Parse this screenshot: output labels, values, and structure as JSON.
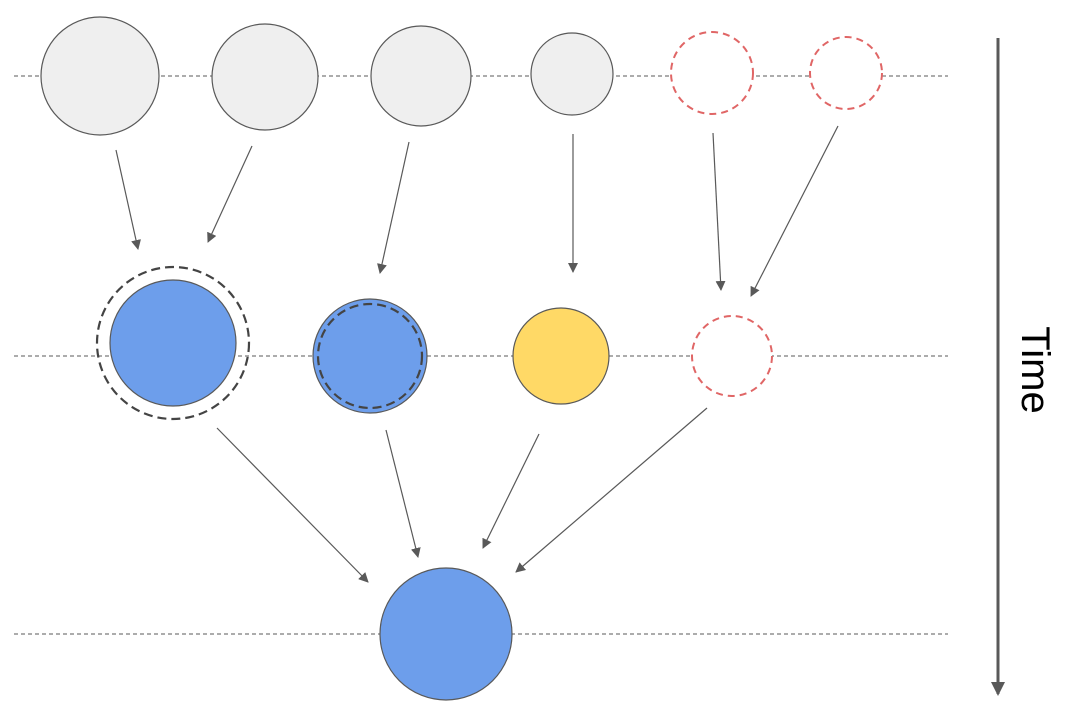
{
  "time_axis": {
    "label": "Time"
  },
  "colors": {
    "inactive_fill": "#efefef",
    "inactive_stroke": "#595959",
    "active_fill": "#6d9eeb",
    "pending_fill": "#ffd966",
    "missing_stroke": "#e06666",
    "arrow": "#595959",
    "guide_line": "#595959"
  },
  "levels": [
    {
      "name": "top",
      "nodes": [
        {
          "id": "t1",
          "state": "inactive"
        },
        {
          "id": "t2",
          "state": "inactive"
        },
        {
          "id": "t3",
          "state": "inactive"
        },
        {
          "id": "t4",
          "state": "inactive"
        },
        {
          "id": "t5",
          "state": "missing"
        },
        {
          "id": "t6",
          "state": "missing"
        }
      ]
    },
    {
      "name": "middle",
      "nodes": [
        {
          "id": "m1",
          "state": "active",
          "outer_ring": "dashed-gray"
        },
        {
          "id": "m2",
          "state": "active",
          "inner_ring": "dashed-gray"
        },
        {
          "id": "m3",
          "state": "pending"
        },
        {
          "id": "m4",
          "state": "missing"
        }
      ]
    },
    {
      "name": "bottom",
      "nodes": [
        {
          "id": "b1",
          "state": "active"
        }
      ]
    }
  ],
  "edges": [
    {
      "from": "t1",
      "to": "m1"
    },
    {
      "from": "t2",
      "to": "m1"
    },
    {
      "from": "t3",
      "to": "m2"
    },
    {
      "from": "t4",
      "to": "m3"
    },
    {
      "from": "t5",
      "to": "m4"
    },
    {
      "from": "t6",
      "to": "m4"
    },
    {
      "from": "m1",
      "to": "b1"
    },
    {
      "from": "m2",
      "to": "b1"
    },
    {
      "from": "m3",
      "to": "b1"
    },
    {
      "from": "m4",
      "to": "b1"
    }
  ]
}
